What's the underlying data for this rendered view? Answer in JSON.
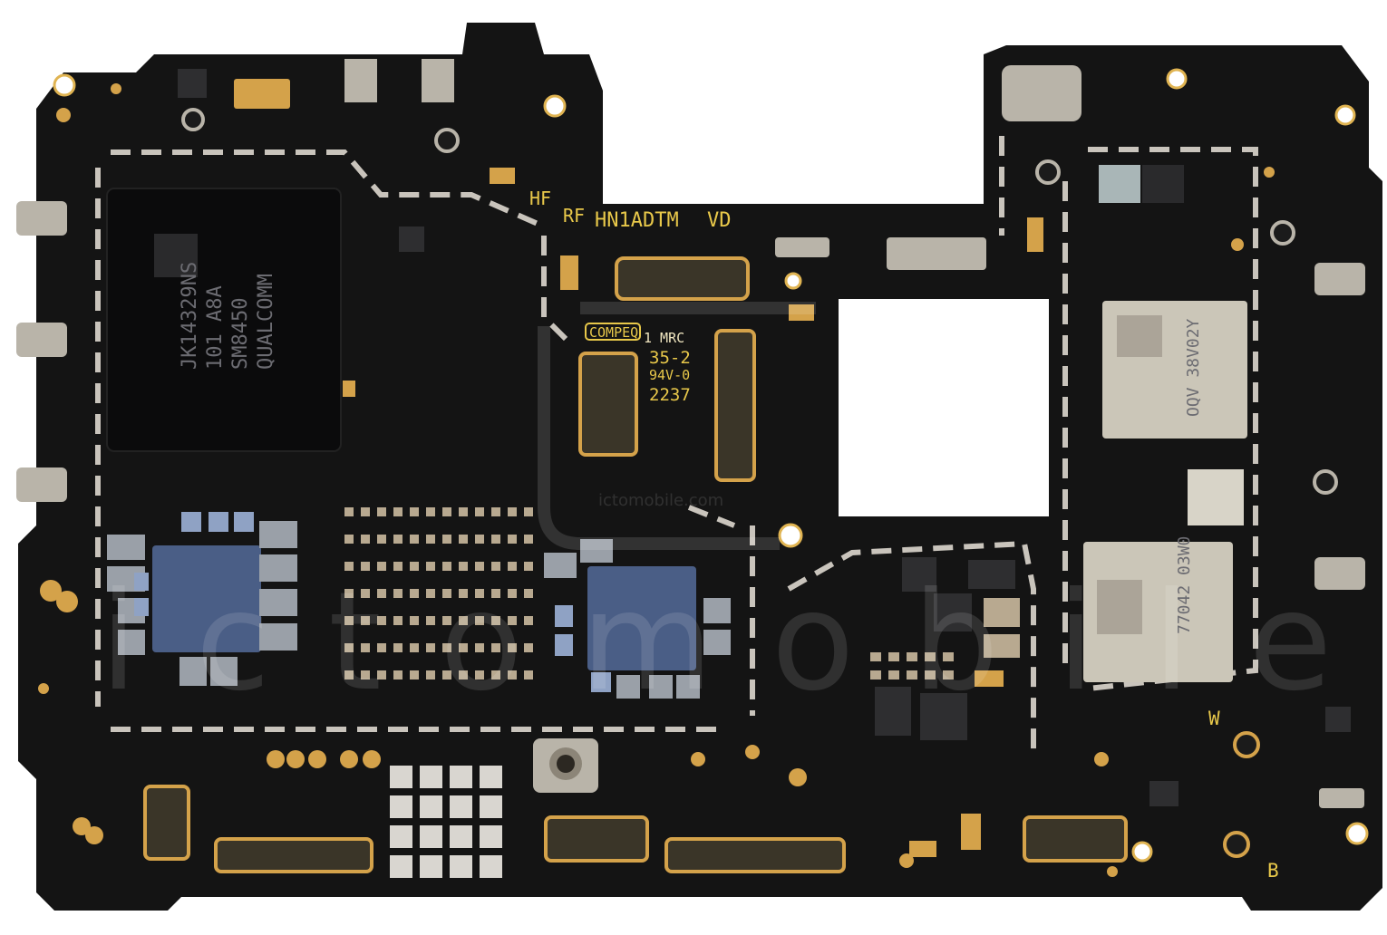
{
  "board": {
    "silkscreen": {
      "hf": "HF",
      "rf": "RF",
      "board_id": "HN1ADTM",
      "vd": "VD",
      "maker": "COMPEQ",
      "mrc": "1 MRC",
      "code_35": "35-2",
      "flammability": "94V-0",
      "date_code": "2237",
      "w": "W",
      "b": "B"
    },
    "soc_marking": {
      "line1": "QUALCOMM",
      "line2": "SM8450",
      "line3": "101 A8A",
      "line4": "JK14329NS"
    },
    "chip_markings": {
      "chip_a": "OQV 38V02Y",
      "chip_b": "77042 03W0"
    },
    "watermark": {
      "site": "ictomobile.com",
      "brand": "ictomobile"
    }
  },
  "colors": {
    "pcb": "#141414",
    "gold": "#d4a24a",
    "shield": "#c9c4bc",
    "pmic": "#4a5e86",
    "silk": "#e8c84a"
  }
}
